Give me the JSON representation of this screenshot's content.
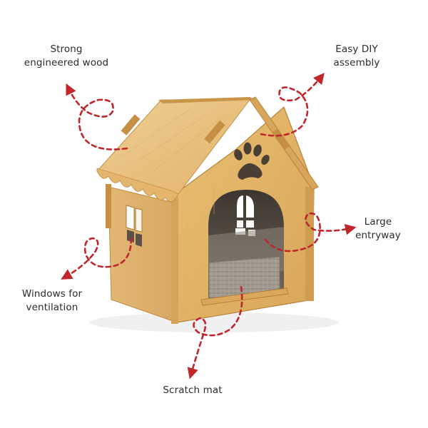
{
  "callouts": {
    "wood": [
      "Strong",
      "engineered wood"
    ],
    "diy": [
      "Easy DIY",
      "assembly"
    ],
    "entry": [
      "Large",
      "entryway"
    ],
    "windows": [
      "Windows for",
      "ventilation"
    ],
    "mat": [
      "Scratch mat"
    ]
  },
  "colors": {
    "arrow": "#c0262c",
    "wood_light": "#e9c37e",
    "wood_mid": "#dcaa5c",
    "wood_dark": "#c58f44",
    "wood_edge": "#b07a34",
    "interior": "#4a4239",
    "mat": "#9c9488",
    "text": "#2b2b2b"
  }
}
